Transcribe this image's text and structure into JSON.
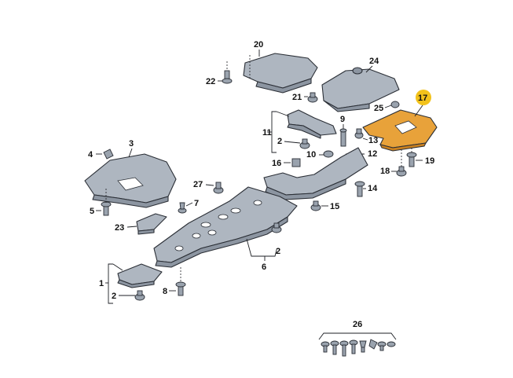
{
  "callouts": {
    "c1": "1",
    "c2a": "2",
    "c2b": "2",
    "c2c": "2",
    "c3": "3",
    "c4": "4",
    "c5": "5",
    "c6": "6",
    "c7": "7",
    "c8": "8",
    "c9": "9",
    "c10": "10",
    "c11": "11",
    "c12": "12",
    "c13": "13",
    "c14": "14",
    "c15": "15",
    "c16": "16",
    "c17": "17",
    "c18": "18",
    "c19": "19",
    "c20": "20",
    "c21": "21",
    "c22": "22",
    "c23": "23",
    "c24": "24",
    "c25": "25",
    "c26": "26",
    "c27": "27"
  },
  "colors": {
    "highlight_part": "#e8a23a",
    "highlight_badge": "#f2c21b",
    "part": "#aeb6c0",
    "outline": "#2b2f36"
  }
}
